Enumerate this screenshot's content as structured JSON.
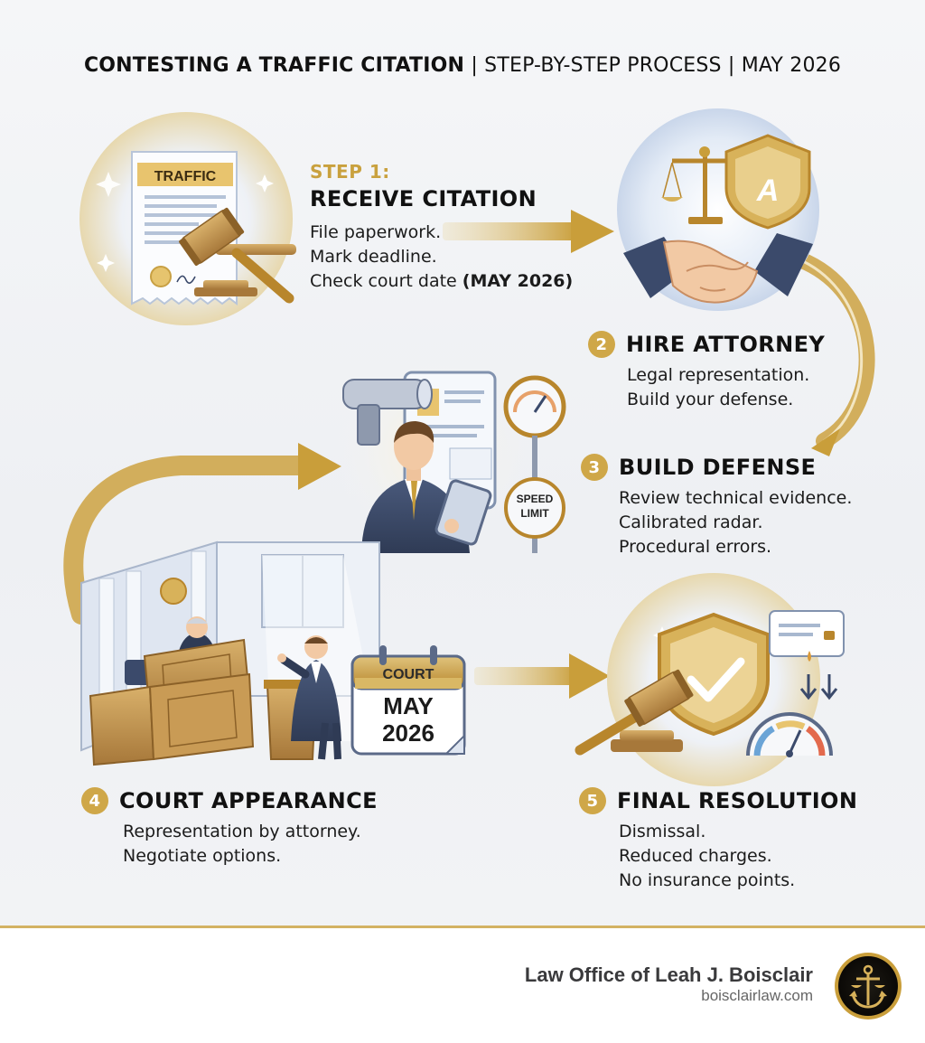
{
  "title": {
    "part1": "CONTESTING A TRAFFIC CITATION",
    "separator": " | ",
    "part2": "STEP-BY-STEP PROCESS",
    "part3": "MAY 2026"
  },
  "steps": [
    {
      "number": "",
      "label": "STEP 1:",
      "heading": "RECEIVE CITATION",
      "lines": [
        "File paperwork.",
        "Mark deadline.",
        "Check court date "
      ],
      "highlight": "(MAY 2026)"
    },
    {
      "number": "2",
      "heading": "HIRE ATTORNEY",
      "lines": [
        "Legal representation.",
        "Build your defense."
      ]
    },
    {
      "number": "3",
      "heading": "BUILD DEFENSE",
      "lines": [
        "Review technical evidence.",
        "Calibrated radar.",
        "Procedural errors."
      ]
    },
    {
      "number": "4",
      "heading": "COURT APPEARANCE",
      "lines": [
        "Representation by attorney.",
        "Negotiate options."
      ]
    },
    {
      "number": "5",
      "heading": "FINAL RESOLUTION",
      "lines": [
        "Dismissal.",
        "Reduced charges.",
        "No insurance points."
      ]
    }
  ],
  "illustrations": {
    "ticket_label": "TRAFFIC",
    "shield_letter": "A",
    "speed_sign": [
      "SPEED",
      "LIMIT"
    ],
    "calendar_header": "COURT",
    "calendar_month": "MAY",
    "calendar_year": "2026"
  },
  "footer": {
    "firm_name": "Law Office of Leah J. Boisclair",
    "website": "boisclairlaw.com"
  },
  "colors": {
    "gold": "#cfa748",
    "gold_light": "#e6cf93",
    "navy": "#3b4a6b",
    "text": "#111111"
  }
}
